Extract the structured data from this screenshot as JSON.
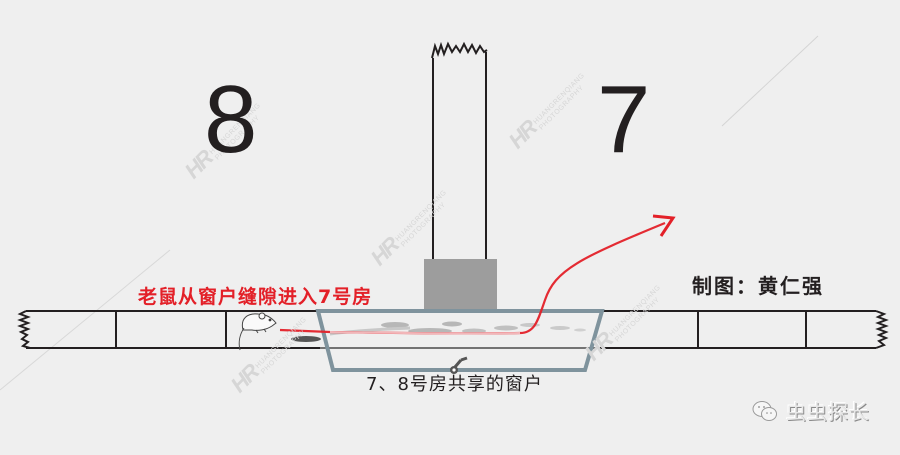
{
  "diagram": {
    "rooms": [
      {
        "number": "8",
        "side": "left"
      },
      {
        "number": "7",
        "side": "right"
      }
    ],
    "annotations": {
      "mouse_path": "老鼠从窗户缝隙进入7号房",
      "shared_window": "7、8号房共享的窗户",
      "credit": "制图：黄仁强"
    },
    "watermark": {
      "logo": "HR",
      "line1": "HUANGRENQIANG",
      "line2": "PHOTOGRAPHY"
    },
    "account_badge": {
      "icon": "wechat-icon",
      "name": "虫虫探长"
    },
    "colors": {
      "background": "#efefef",
      "wall": "#231f20",
      "path_arrow": "#e32028",
      "window_frame": "#7f939d",
      "pillar_base": "#9d9d9d"
    }
  }
}
